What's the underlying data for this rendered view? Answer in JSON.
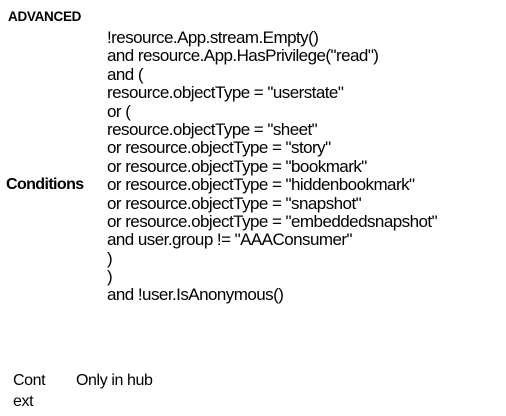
{
  "section": {
    "title": "ADVANCED"
  },
  "conditions": {
    "label": "Conditions",
    "lines": [
      "!resource.App.stream.Empty()",
      "and resource.App.HasPrivilege(\"read\")",
      "and (",
      "resource.objectType = \"userstate\"",
      "or (",
      "resource.objectType = \"sheet\"",
      "or resource.objectType = \"story\"",
      "or resource.objectType = \"bookmark\"",
      "or resource.objectType = \"hiddenbookmark\"",
      "or resource.objectType = \"snapshot\"",
      "or resource.objectType = \"embeddedsnapshot\"",
      "and user.group != \"AAAConsumer\"",
      ")",
      ")",
      "and !user.IsAnonymous()"
    ]
  },
  "context": {
    "label": "Context",
    "value": "Only in hub"
  }
}
